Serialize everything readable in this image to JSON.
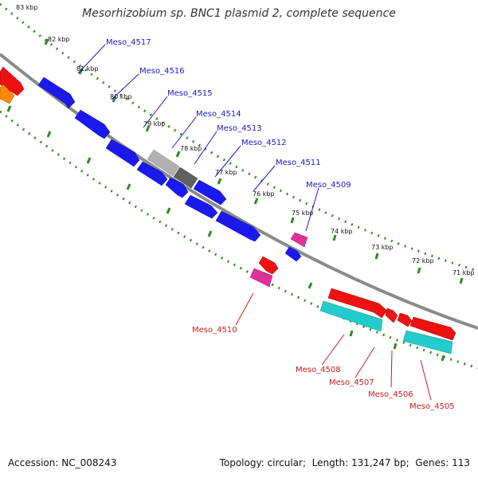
{
  "title": "Mesorhizobium sp. BNC1 plasmid 2, complete sequence",
  "footer": {
    "accession_label": "Accession:",
    "accession": "NC_008243",
    "topology_label": "Topology:",
    "topology": "circular",
    "length_label": "Length:",
    "length": "131,247 bp",
    "genes_label": "Genes:",
    "genes": "113"
  },
  "scale_ticks": [
    "83 kbp",
    "82 kbp",
    "81 kbp",
    "80 kbp",
    "79 kbp",
    "78 kbp",
    "77 kbp",
    "76 kbp",
    "75 kbp",
    "74 kbp",
    "73 kbp",
    "72 kbp",
    "71 kbp"
  ],
  "gene_labels_outer": [
    "Meso_4517",
    "Meso_4516",
    "Meso_4515",
    "Meso_4514",
    "Meso_4513",
    "Meso_4512",
    "Meso_4511",
    "Meso_4509"
  ],
  "gene_labels_inner": [
    "Meso_4510",
    "Meso_4508",
    "Meso_4507",
    "Meso_4506",
    "Meso_4505"
  ],
  "colors": {
    "backbone": "#808080",
    "tick": "#2e7d1a",
    "outer_label": "#1a1acc",
    "inner_label": "#cc1a1a",
    "forward_gene": "#1a1aee",
    "reverse_gene": "#ee1111",
    "rna_gene": "#dd3399",
    "cyan_gene": "#22cccc",
    "grey_gene": "#aaaaaa",
    "dark_gene": "#555555",
    "orange_gene": "#ff8800"
  }
}
